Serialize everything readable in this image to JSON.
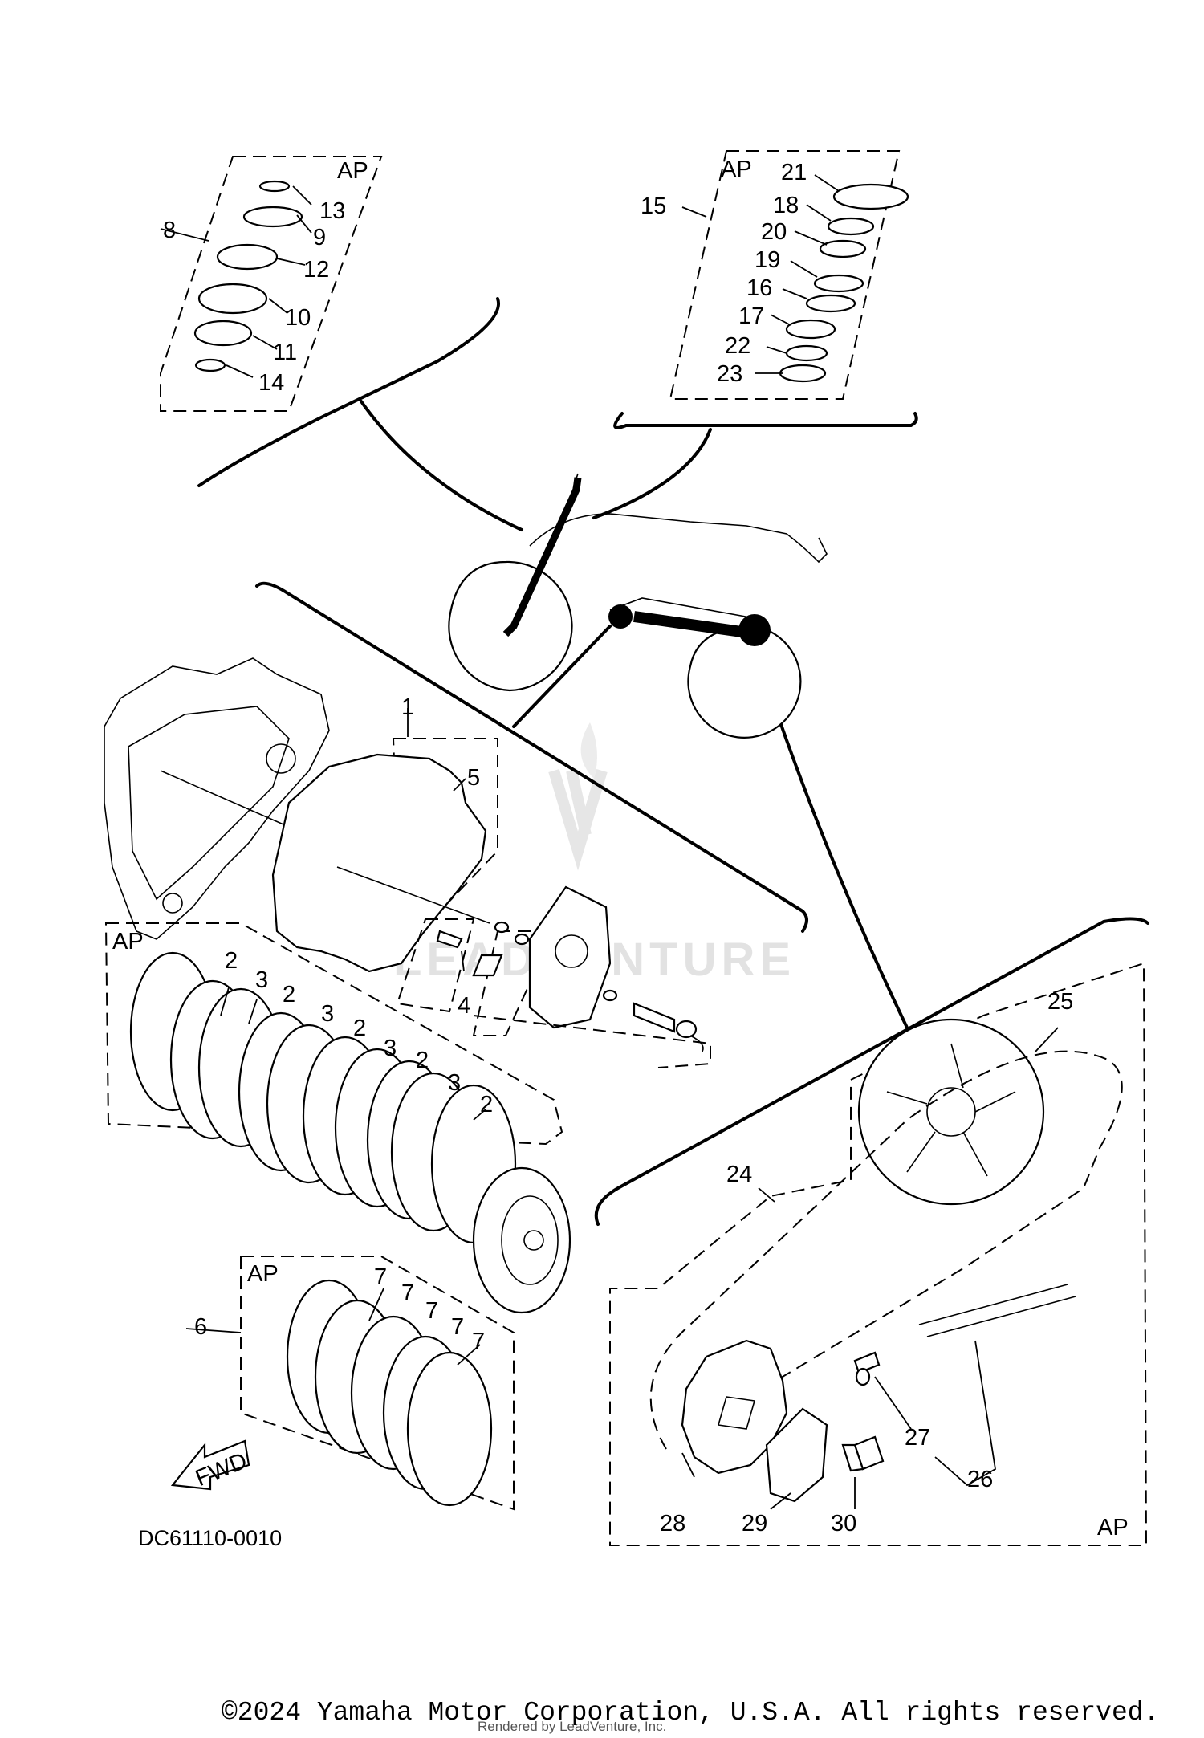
{
  "diagram": {
    "code": "DC61110-0010",
    "ap_label": "AP",
    "fwd_label": "FWD",
    "watermark": "LEADVENTURE",
    "rendered_by": "Rendered by LeadVenture, Inc.",
    "copyright": "©2024 Yamaha Motor Corporation, U.S.A. All rights reserved."
  },
  "callouts": [
    "1",
    "2",
    "3",
    "4",
    "5",
    "6",
    "7",
    "8",
    "9",
    "10",
    "11",
    "12",
    "13",
    "14",
    "15",
    "16",
    "17",
    "18",
    "19",
    "20",
    "21",
    "22",
    "23",
    "24",
    "25",
    "26",
    "27",
    "28",
    "29",
    "30"
  ]
}
